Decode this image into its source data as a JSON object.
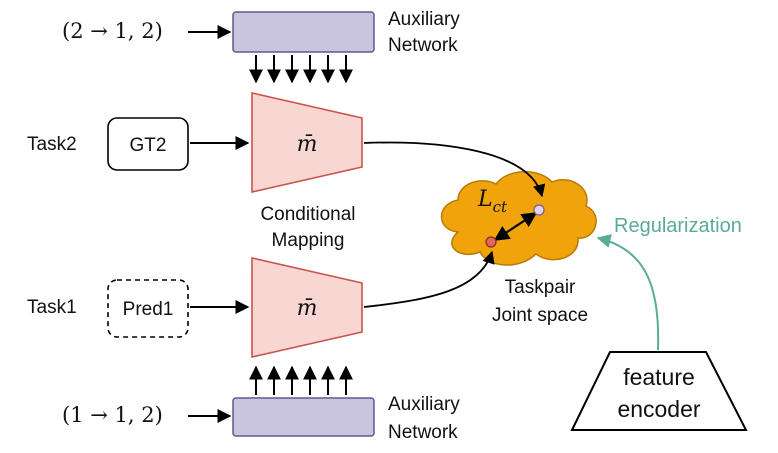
{
  "top": {
    "input_label": "(2 → 1, 2)",
    "aux_line1": "Auxiliary",
    "aux_line2": "Network"
  },
  "bottom": {
    "input_label": "(1 → 1, 2)",
    "aux_line1": "Auxiliary",
    "aux_line2": "Network"
  },
  "task2": {
    "label": "Task2",
    "box": "GT2",
    "mapping": "m̄"
  },
  "task1": {
    "label": "Task1",
    "box": "Pred1",
    "mapping": "m̄"
  },
  "conditional": {
    "line1": "Conditional",
    "line2": "Mapping"
  },
  "joint": {
    "loss": "L",
    "loss_sub": "ct",
    "line1": "Taskpair",
    "line2": "Joint space"
  },
  "regularization": "Regularization",
  "encoder": {
    "line1": "feature",
    "line2": "encoder"
  },
  "colors": {
    "aux_fill": "#c9c5de",
    "aux_stroke": "#5e5a8a",
    "map_fill": "#f8d6d2",
    "map_stroke": "#c9544a",
    "cloud_fill": "#f0a30a",
    "cloud_stroke": "#b87a0b",
    "reg": "#5aab9a"
  }
}
